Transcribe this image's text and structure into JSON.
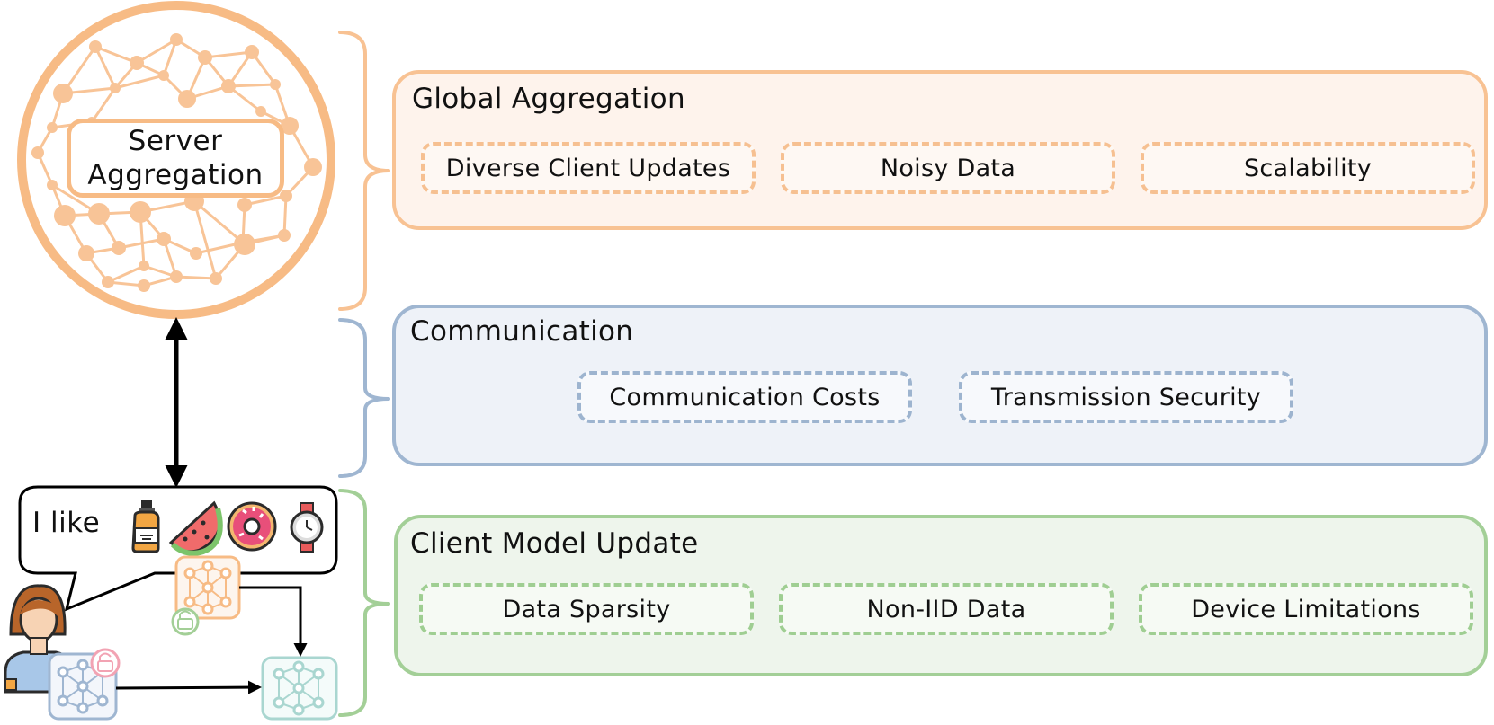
{
  "server": {
    "line1": "Server",
    "line2": "Aggregation"
  },
  "speech": {
    "text": "I like",
    "items": [
      "whiskey-bottle-icon",
      "watermelon-icon",
      "donut-icon",
      "wristwatch-icon"
    ]
  },
  "panels": {
    "global": {
      "title": "Global Aggregation",
      "chips": [
        "Diverse Client Updates",
        "Noisy Data",
        "Scalability"
      ]
    },
    "communication": {
      "title": "Communication",
      "chips": [
        "Communication Costs",
        "Transmission Security"
      ]
    },
    "client": {
      "title": "Client Model Update",
      "chips": [
        "Data Sparsity",
        "Non-IID Data",
        "Device Limitations"
      ]
    }
  },
  "colors": {
    "orange": "#f7bb85",
    "blue": "#9fb6d1",
    "green": "#a3cf97",
    "pink": "#f2a3b3",
    "teal": "#a9d6d0"
  }
}
